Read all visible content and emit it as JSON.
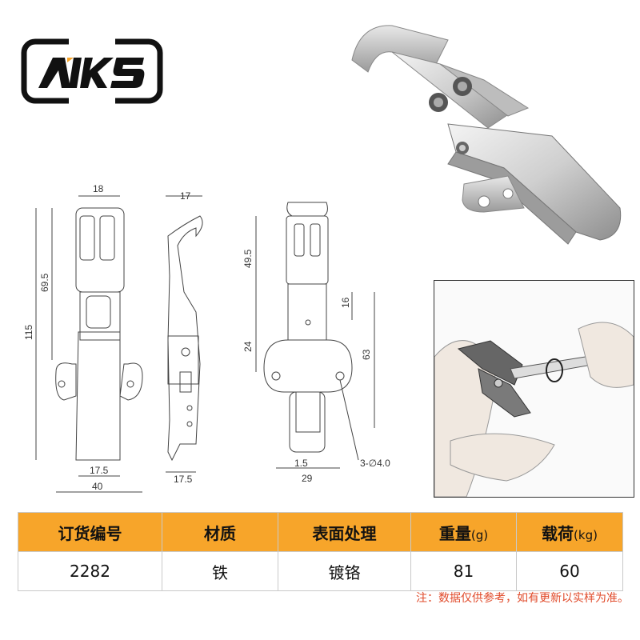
{
  "brand": {
    "logo_text": "AIKS"
  },
  "drawing": {
    "front_view": {
      "top_width": "18",
      "height_total": "115",
      "height_upper": "69.5",
      "width_mid": "17.5",
      "width_base": "40"
    },
    "side_view": {
      "top_width": "17",
      "bottom_width": "17.5"
    },
    "back_view": {
      "h1": "49.5",
      "h2": "24",
      "h3": "16",
      "h4": "63",
      "w1": "1.5",
      "w2": "29",
      "holes": "3-∅4.0"
    }
  },
  "table": {
    "headers": {
      "order_no": "订货编号",
      "material": "材质",
      "surface": "表面处理",
      "weight": "重量",
      "weight_unit": "(g)",
      "load": "载荷",
      "load_unit": "(kg)"
    },
    "row": {
      "order_no": "2282",
      "material": "铁",
      "surface": "镀铬",
      "weight": "81",
      "load": "60"
    }
  },
  "note": "注：数据仅供参考，如有更新以实样为准。",
  "colors": {
    "header_bg": "#f7a52a",
    "note": "#e04a2a",
    "logo": "#111111",
    "logo_accent": "#f7a52a"
  }
}
